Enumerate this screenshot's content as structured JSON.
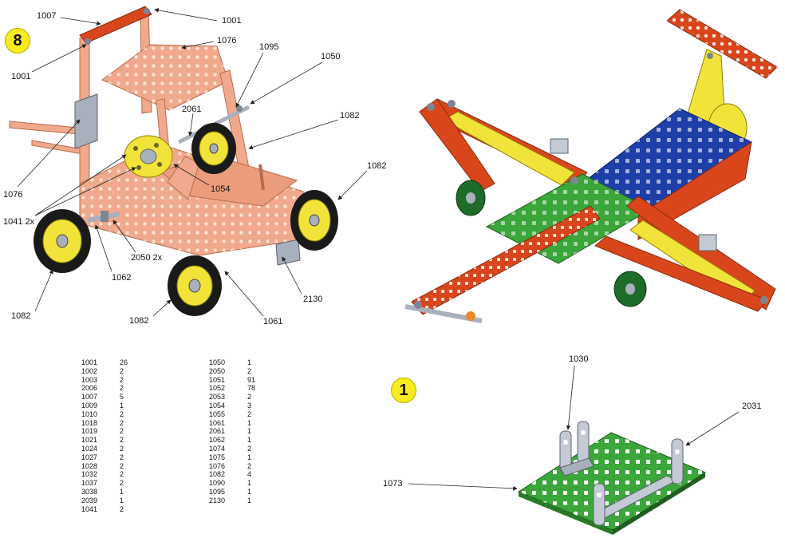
{
  "step_badges": {
    "forklift": "8",
    "base": "1"
  },
  "forklift_callouts": {
    "c1007": "1007",
    "c1001a": "1001",
    "c1001b": "1001",
    "c1076a": "1076",
    "c1095": "1095",
    "c1050": "1050",
    "c2061": "2061",
    "c1082a": "1082",
    "c1082b": "1082",
    "c1076b": "1076",
    "c1054": "1054",
    "c1041": "1041 2x",
    "c2050": "2050 2x",
    "c1062": "1062",
    "c2130": "2130",
    "c1082c": "1082",
    "c1082d": "1082",
    "c1061": "1061"
  },
  "base_callouts": {
    "c1030": "1030",
    "c2031": "2031",
    "c1073": "1073"
  },
  "parts_list_left": [
    {
      "code": "1001",
      "qty": "26"
    },
    {
      "code": "1002",
      "qty": "2"
    },
    {
      "code": "1003",
      "qty": "2"
    },
    {
      "code": "2006",
      "qty": "2"
    },
    {
      "code": "1007",
      "qty": "5"
    },
    {
      "code": "1009",
      "qty": "1"
    },
    {
      "code": "1010",
      "qty": "2"
    },
    {
      "code": "1018",
      "qty": "2"
    },
    {
      "code": "1019",
      "qty": "2"
    },
    {
      "code": "1021",
      "qty": "2"
    },
    {
      "code": "1024",
      "qty": "2"
    },
    {
      "code": "1027",
      "qty": "2"
    },
    {
      "code": "1028",
      "qty": "2"
    },
    {
      "code": "1032",
      "qty": "2"
    },
    {
      "code": "1037",
      "qty": "2"
    },
    {
      "code": "3038",
      "qty": "1"
    },
    {
      "code": "2039",
      "qty": "1"
    },
    {
      "code": "1041",
      "qty": "2"
    }
  ],
  "parts_list_right": [
    {
      "code": "1050",
      "qty": "1"
    },
    {
      "code": "2050",
      "qty": "2"
    },
    {
      "code": "1051",
      "qty": "91"
    },
    {
      "code": "1052",
      "qty": "78"
    },
    {
      "code": "2053",
      "qty": "2"
    },
    {
      "code": "1054",
      "qty": "3"
    },
    {
      "code": "1055",
      "qty": "2"
    },
    {
      "code": "1061",
      "qty": "1"
    },
    {
      "code": "2061",
      "qty": "1"
    },
    {
      "code": "1062",
      "qty": "1"
    },
    {
      "code": "1074",
      "qty": "2"
    },
    {
      "code": "1075",
      "qty": "1"
    },
    {
      "code": "1076",
      "qty": "2"
    },
    {
      "code": "1082",
      "qty": "4"
    },
    {
      "code": "1090",
      "qty": "1"
    },
    {
      "code": "1095",
      "qty": "1"
    },
    {
      "code": "2130",
      "qty": "1"
    }
  ],
  "colors": {
    "orange_red": "#d9461c",
    "salmon": "#f0a98c",
    "yellow": "#f2e33a",
    "green": "#3ba63a",
    "blue": "#1f3fa8",
    "steel": "#a9b0bd",
    "tire": "#1a1a1a",
    "badge": "#f7ec1b"
  }
}
